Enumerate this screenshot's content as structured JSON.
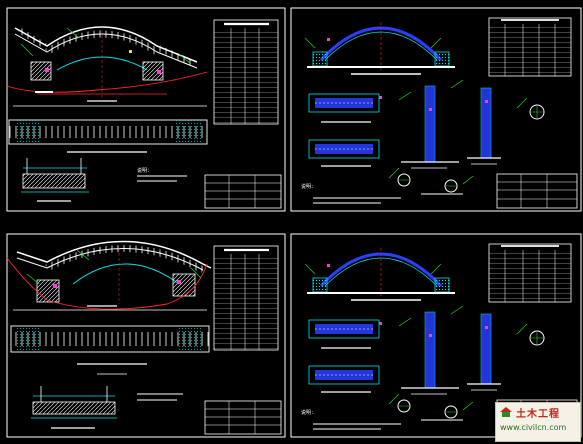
{
  "sheets": [
    {
      "id": "sheet-1",
      "note_label": "说明："
    },
    {
      "id": "sheet-2",
      "note_label": "说明："
    },
    {
      "id": "sheet-3",
      "note_label": ""
    },
    {
      "id": "sheet-4",
      "note_label": "说明："
    }
  ],
  "watermark": {
    "top_text": "土木工程",
    "url_text": "www.civilcn.com",
    "logo_icon": "house-logo-icon"
  },
  "colors": {
    "background": "#000000",
    "line_white": "#ffffff",
    "line_cyan": "#00e5e5",
    "line_blue": "#2a3fff",
    "line_red": "#ff2a2a",
    "line_green": "#29d929",
    "line_magenta": "#ff3bd6",
    "line_yellow": "#f0e030"
  }
}
